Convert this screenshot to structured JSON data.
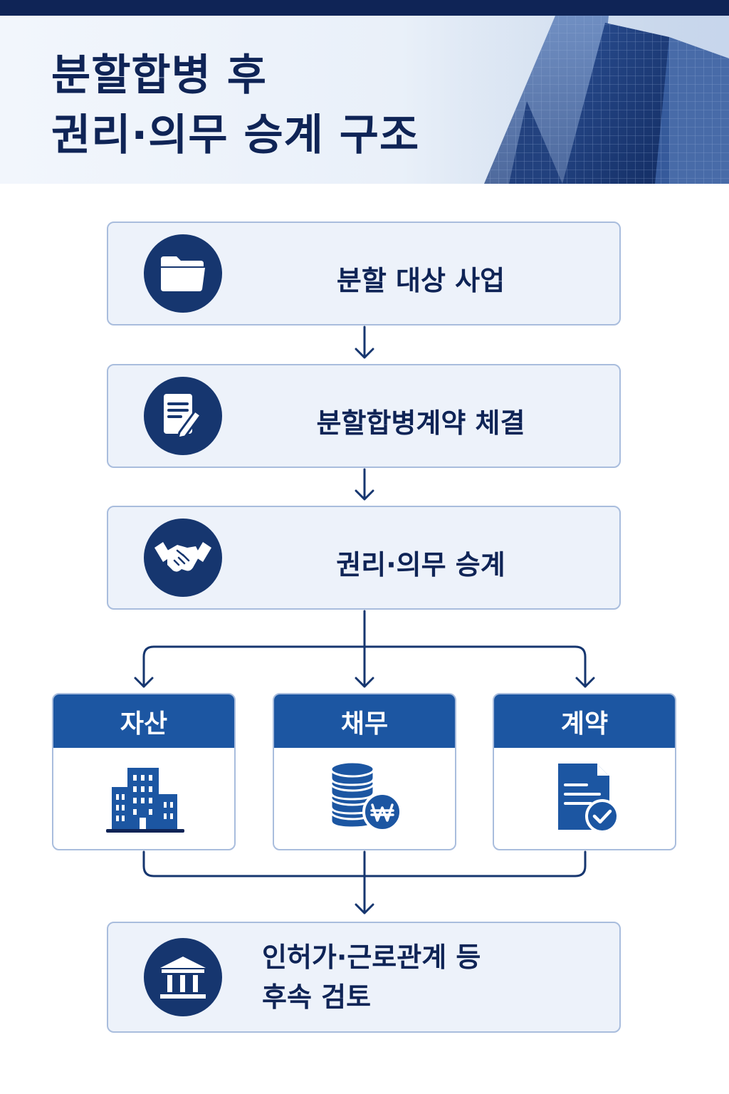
{
  "header": {
    "title_line1": "분할합병 후",
    "title_line2": "권리·의무 승계 구조"
  },
  "steps": [
    {
      "label": "분할 대상 사업",
      "icon": "folder-icon"
    },
    {
      "label": "분할합병계약 체결",
      "icon": "document-pen-icon"
    },
    {
      "label": "권리·의무 승계",
      "icon": "handshake-icon"
    }
  ],
  "branches": [
    {
      "label": "자산",
      "icon": "buildings-icon"
    },
    {
      "label": "채무",
      "icon": "coins-won-icon"
    },
    {
      "label": "계약",
      "icon": "contract-check-icon"
    }
  ],
  "final_step": {
    "label_line1": "인허가·근로관계 등",
    "label_line2": "후속 검토",
    "icon": "institution-icon"
  },
  "colors": {
    "navy": "#0f2456",
    "icon_circle": "#16366f",
    "card_header": "#1c56a2",
    "box_fill": "#edf2fa",
    "box_border": "#a9bddd"
  }
}
